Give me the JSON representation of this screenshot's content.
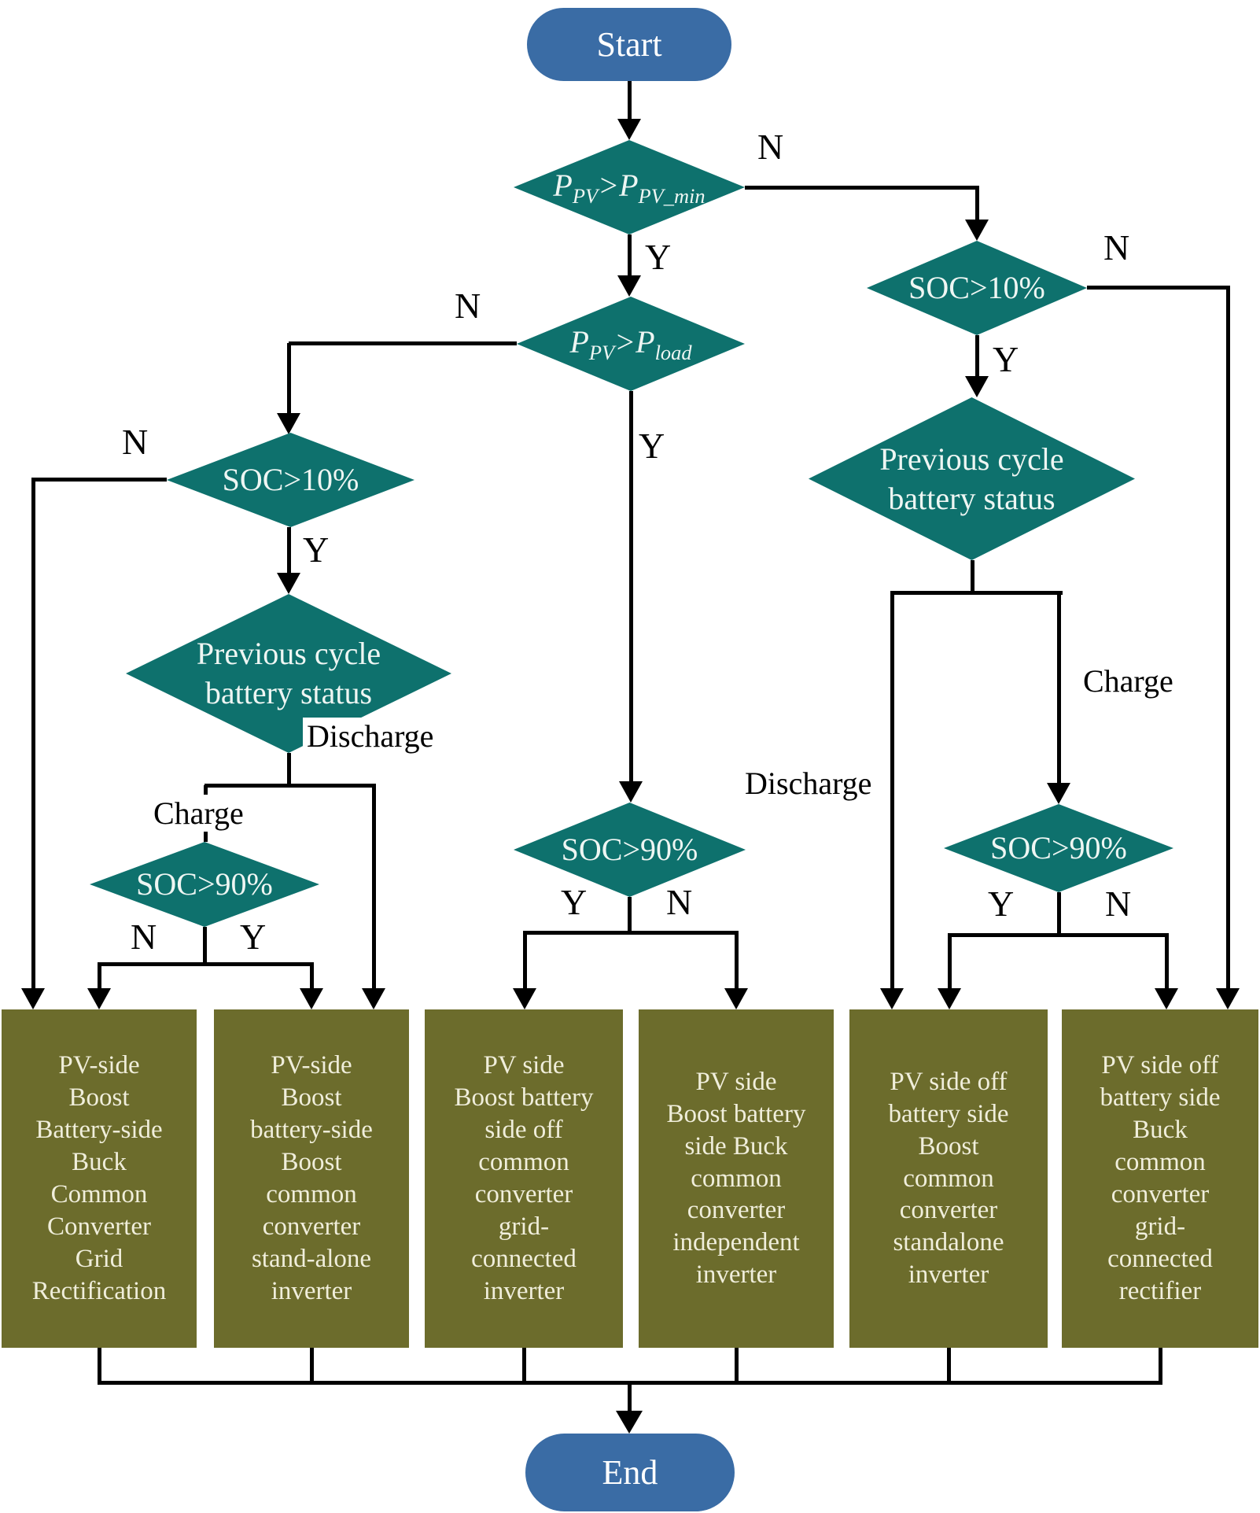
{
  "colors": {
    "terminal_blue": "#3a6ca5",
    "decision_teal": "#0e716d",
    "process_olive": "#6c6c2c",
    "process_text": "#f0eedb",
    "connector_black": "#000000",
    "background": "#ffffff"
  },
  "nodes": {
    "start": "Start",
    "end": "End",
    "d1": {
      "b1": "P",
      "s1": "PV",
      "op": ">",
      "b2": "P",
      "s2": "PV_min"
    },
    "d2": {
      "b1": "P",
      "s1": "PV",
      "op": ">",
      "b2": "P",
      "s2": "load"
    },
    "d3": "SOC>10%",
    "d4": "Previous cycle\nbattery status",
    "d5": "SOC>90%",
    "d6": "SOC>10%",
    "d7": "Previous cycle\nbattery status",
    "d8": "SOC>90%",
    "d9": "SOC>90%"
  },
  "edge_labels": {
    "d1_y": "Y",
    "d1_n": "N",
    "d2_y": "Y",
    "d2_n": "N",
    "d3_y": "Y",
    "d3_n": "N",
    "d4_charge": "Charge",
    "d4_discharge": "Discharge",
    "d5_y": "Y",
    "d5_n": "N",
    "d6_y": "Y",
    "d6_n": "N",
    "d7_charge": "Charge",
    "d7_discharge": "Discharge",
    "d8_y": "Y",
    "d8_n": "N",
    "d9_y": "Y",
    "d9_n": "N"
  },
  "boxes": [
    {
      "label": "PV-side\nBoost\nBattery-side\nBuck\nCommon\nConverter\nGrid\nRectification"
    },
    {
      "label": "PV-side\nBoost\nbattery-side\nBoost\ncommon\nconverter\nstand-alone\ninverter"
    },
    {
      "label": "PV side\nBoost battery\nside off\ncommon\nconverter\ngrid-\nconnected\ninverter"
    },
    {
      "label": "PV side\nBoost battery\nside Buck\ncommon\nconverter\nindependent\ninverter"
    },
    {
      "label": "PV side off\nbattery side\nBoost\ncommon\nconverter\nstandalone\ninverter"
    },
    {
      "label": "PV side off\nbattery side\nBuck\ncommon\nconverter\ngrid-\nconnected\nrectifier"
    }
  ]
}
